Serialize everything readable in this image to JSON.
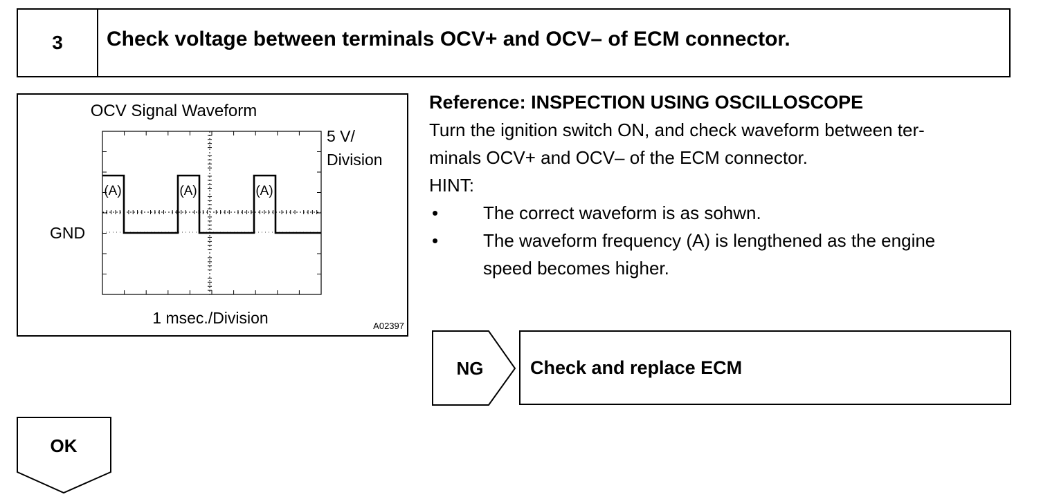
{
  "step": {
    "number": "3",
    "title": "Check voltage between terminals OCV+ and OCV– of ECM connector."
  },
  "figure": {
    "title": "OCV Signal Waveform",
    "volt_label_1": "5 V/",
    "volt_label_2": "Division",
    "gnd_label": "GND",
    "time_label": "1 msec./Division",
    "figure_id": "A02397",
    "pulse_label": "(A)"
  },
  "reference": {
    "heading": "Reference: INSPECTION USING OSCILLOSCOPE",
    "line1": "Turn the ignition switch ON, and check waveform between ter-",
    "line2": "minals OCV+ and OCV– of the ECM connector.",
    "hint": "HINT:",
    "bullet_symbol": "•",
    "bullet1": "The correct waveform is as sohwn.",
    "bullet2_line1": "The waveform frequency (A) is lengthened as the engine",
    "bullet2_line2": "speed becomes higher."
  },
  "outcomes": {
    "ng_label": "NG",
    "ng_action": "Check and replace ECM",
    "ok_label": "OK"
  }
}
